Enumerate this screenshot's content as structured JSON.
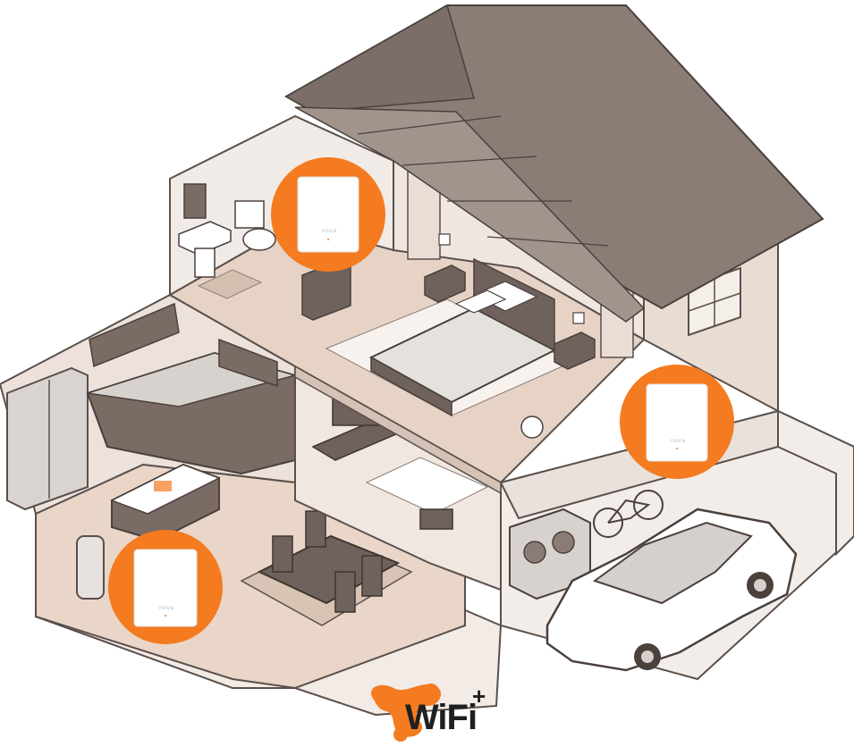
{
  "illustration": {
    "router_brand": "nova",
    "router_count": 3
  },
  "logo": {
    "text": "WiFi",
    "superscript": "+"
  },
  "colors": {
    "accent": "#f47b20",
    "roof": "#8b7d76",
    "floor": "#ead9cc",
    "wall": "#f5f1ee"
  }
}
